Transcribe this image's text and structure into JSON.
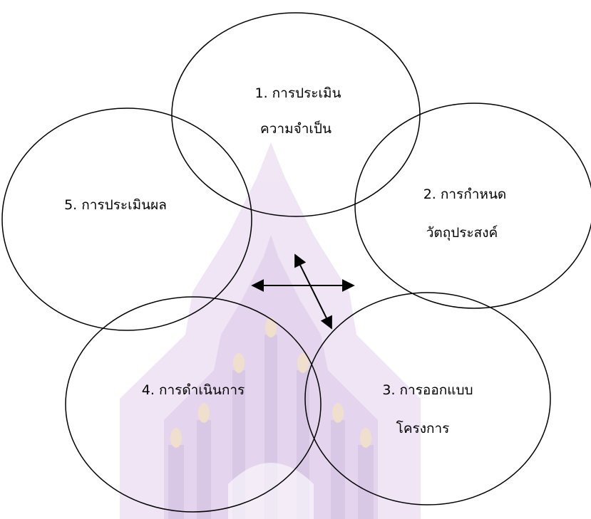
{
  "nodes": [
    {
      "id": "n1",
      "line1": "1. การประเมิน",
      "line2": "ความจำเป็น"
    },
    {
      "id": "n2",
      "line1": "2. การกำหนด",
      "line2": "วัตถุประสงค์"
    },
    {
      "id": "n3",
      "line1": "3. การออกแบบ",
      "line2": "โครงการ"
    },
    {
      "id": "n4",
      "line1": "4. การดำเนินการ",
      "line2": ""
    },
    {
      "id": "n5",
      "line1": "5. การประเมินผล",
      "line2": ""
    }
  ],
  "colors": {
    "stroke": "#000000",
    "watermark": "#d5c1e4",
    "watermark_light": "#eee3f3",
    "watermark_flame": "#f0dcc8"
  }
}
